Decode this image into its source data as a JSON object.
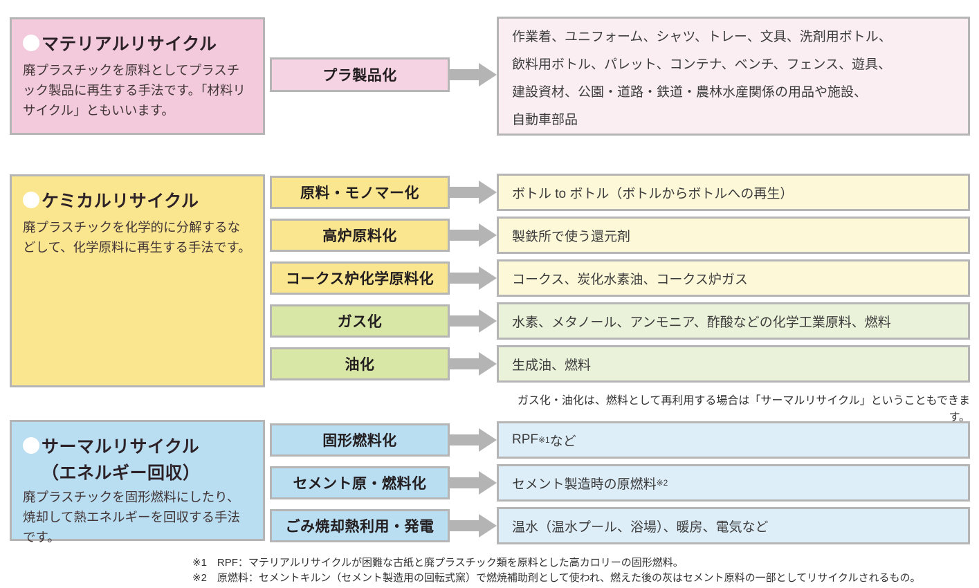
{
  "colors": {
    "material_panel": "#f2cadc",
    "material_method": "#f6d3e2",
    "material_result": "#faeef3",
    "chemical_panel": "#fbe690",
    "chemical_result": "#fdf8d8",
    "gasification_method": "#d8e6a6",
    "gasification_result": "#ebf2da",
    "thermal_panel": "#b9ddf1",
    "thermal_result": "#deeef9",
    "border_gray": "#b5b5b5",
    "arrow_gray": "#b4b4b4"
  },
  "sections": {
    "material": {
      "title": "マテリアルリサイクル",
      "description": "廃プラスチックを原料としてプラスチック製品に再生する手法です。「材料リサイクル」ともいいます。",
      "row": {
        "method": "プラ製品化",
        "result_lines": [
          "作業着、ユニフォーム、シャツ、トレー、文具、洗剤用ボトル、",
          "飲料用ボトル、パレット、コンテナ、ベンチ、フェンス、遊具、",
          "建設資材、公園・道路・鉄道・農林水産関係の用品や施設、",
          "自動車部品"
        ]
      }
    },
    "chemical": {
      "title": "ケミカルリサイクル",
      "description": "廃プラスチックを化学的に分解するなどして、化学原料に再生する手法です。",
      "rows": [
        {
          "method": "原料・モノマー化",
          "result": "ボトル to ボトル（ボトルからボトルへの再生）"
        },
        {
          "method": "高炉原料化",
          "result": "製鉄所で使う還元剤"
        },
        {
          "method": "コークス炉化学原料化",
          "result": "コークス、炭化水素油、コークス炉ガス"
        },
        {
          "method": "ガス化",
          "result": "水素、メタノール、アンモニア、酢酸などの化学工業原料、燃料"
        },
        {
          "method": "油化",
          "result": "生成油、燃料"
        }
      ],
      "note": "ガス化・油化は、燃料として再利用する場合は「サーマルリサイクル」ということもできます。"
    },
    "thermal": {
      "title": "サーマルリサイクル",
      "subtitle": "（エネルギー回収）",
      "description": "廃プラスチックを固形燃料にしたり、焼却して熱エネルギーを回収する手法です。",
      "rows": [
        {
          "method": "固形燃料化",
          "result": "RPF",
          "sup": "※1",
          "tail": "など"
        },
        {
          "method": "セメント原・燃料化",
          "result": "セメント製造時の原燃料",
          "sup": "※2",
          "tail": ""
        },
        {
          "method": "ごみ焼却熱利用・発電",
          "result": "温水（温水プール、浴場）、暖房、電気など",
          "sup": "",
          "tail": ""
        }
      ]
    }
  },
  "footnotes": [
    "※1　RPF：マテリアルリサイクルが困難な古紙と廃プラスチック類を原料とした高カロリーの固形燃料。",
    "※2　原燃料：セメントキルン（セメント製造用の回転式窯）で燃焼補助剤として使われ、燃えた後の灰はセメント原料の一部としてリサイクルされるもの。"
  ]
}
